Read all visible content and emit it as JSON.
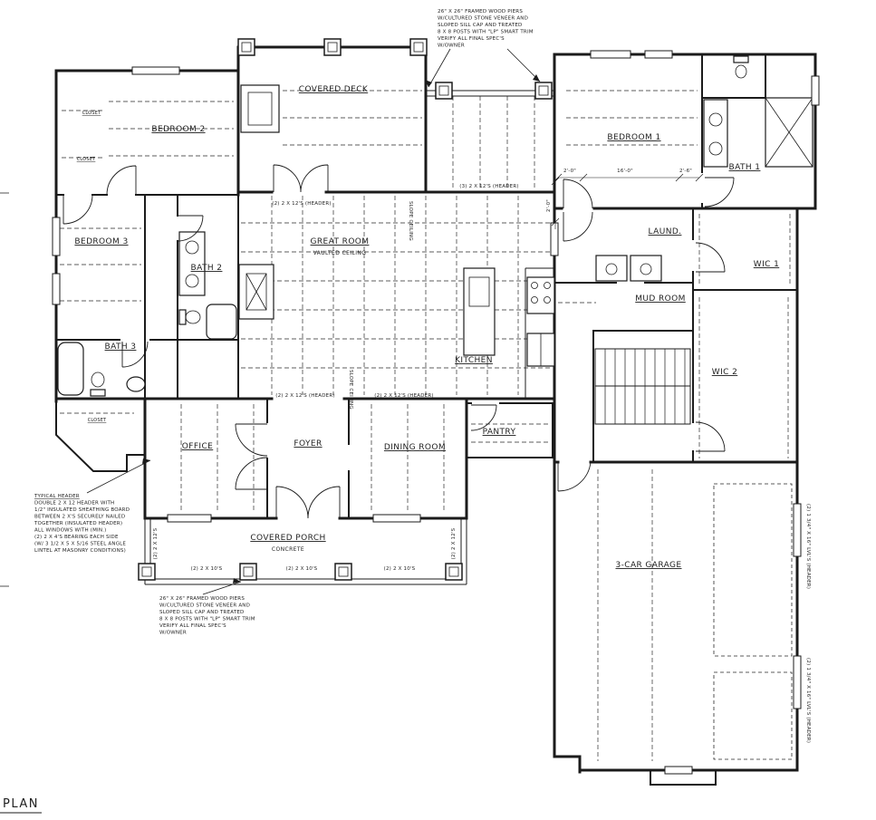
{
  "title": {
    "label": "PLAN"
  },
  "rooms": {
    "covered_deck": "COVERED DECK",
    "bedroom2": "BEDROOM 2",
    "bedroom1": "BEDROOM 1",
    "bath1": "BATH 1",
    "bedroom3": "BEDROOM 3",
    "bath2": "BATH 2",
    "great_room": "GREAT ROOM",
    "great_room_sub": "VAULTED CEILING",
    "laundry": "LAUND.",
    "wic1": "WIC 1",
    "mud_room": "MUD ROOM",
    "bath3": "BATH 3",
    "kitchen": "KITCHEN",
    "wic2": "WIC 2",
    "office": "OFFICE",
    "foyer": "FOYER",
    "dining": "DINING ROOM",
    "pantry": "PANTRY",
    "porch": "COVERED PORCH",
    "porch_sub": "CONCRETE",
    "garage": "3-CAR GARAGE",
    "closet": "CLOSET"
  },
  "labels": {
    "header3": "(3) 2 X 12'S (HEADER)",
    "header2": "(2) 2 X 12'S (HEADER)",
    "header2s": "(2) 2 X 12'S",
    "p210": "(2) 2 X 10'S",
    "lvl": "(2) 1 3/4\" X 16\" LVL'S (HEADER)",
    "slope": "SLOPE CEILING"
  },
  "dims": {
    "a": "2'-0\"",
    "b": "16'-0\"",
    "c": "2'-6\"",
    "d": "2'-0\""
  },
  "annotations": {
    "pier_note": {
      "lines": [
        "26\" X 26\" FRAMED WOOD PIERS",
        "W/CULTURED STONE VENEER AND",
        "SLOPED SILL CAP AND TREATED",
        "8 X 8 POSTS WITH \"LP\" SMART TRIM",
        "VERIFY ALL FINAL SPEC'S",
        "W/OWNER"
      ]
    },
    "typical_header_note": {
      "lines": [
        "TYPICAL HEADER",
        "DOUBLE 2 X 12 HEADER WITH",
        "1/2\" INSULATED SHEATHING BOARD",
        "BETWEEN 2 X'S SECURELY NAILED",
        "TOGETHER (INSULATED HEADER)",
        "ALL WINDOWS WITH (MIN.)",
        "(2) 2 X 4'S BEARING EACH SIDE",
        "(W/ 3 1/2 X 5 X 5/16 STEEL ANGLE",
        "LINTEL AT MASONRY CONDITIONS)"
      ]
    }
  }
}
